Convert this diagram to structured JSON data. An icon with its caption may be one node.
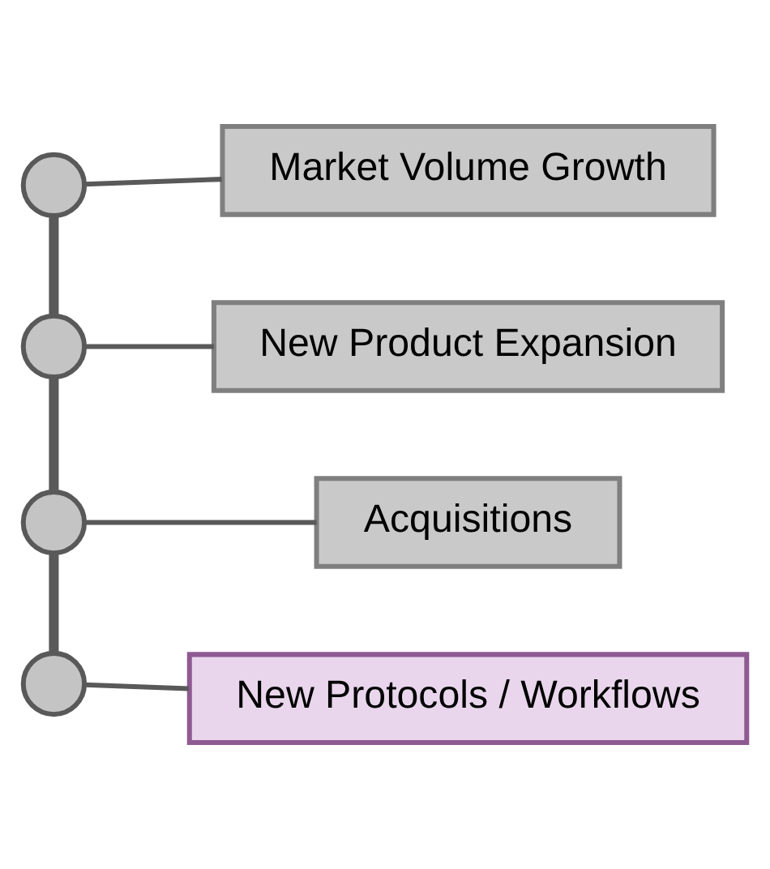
{
  "diagram": {
    "nodes": [
      {
        "text": [],
        "shape": "circle"
      },
      {
        "text": [
          "Market Volume Growth"
        ]
      },
      {
        "text": [],
        "shape": "circle"
      },
      {
        "text": [
          "New Product Expansion"
        ]
      },
      {
        "text": [],
        "shape": "circle"
      },
      {
        "text": [
          "Acquisitions"
        ]
      },
      {
        "text": [],
        "shape": "circle"
      },
      {
        "text": [
          "New Protocols / Workflows"
        ]
      }
    ],
    "edges": [
      {
        "from": 0,
        "to": 1,
        "arrow": "none"
      },
      {
        "from": 2,
        "to": 3,
        "arrow": "none"
      },
      {
        "from": 4,
        "to": 5,
        "arrow": "none"
      },
      {
        "from": 6,
        "to": 7,
        "arrow": "none"
      },
      {
        "from": 0,
        "to": 2,
        "arrow": "none",
        "style": "thick"
      },
      {
        "from": 2,
        "to": 4,
        "arrow": "none",
        "style": "thick"
      },
      {
        "from": 4,
        "to": 6,
        "arrow": "none",
        "style": "thick"
      }
    ]
  }
}
